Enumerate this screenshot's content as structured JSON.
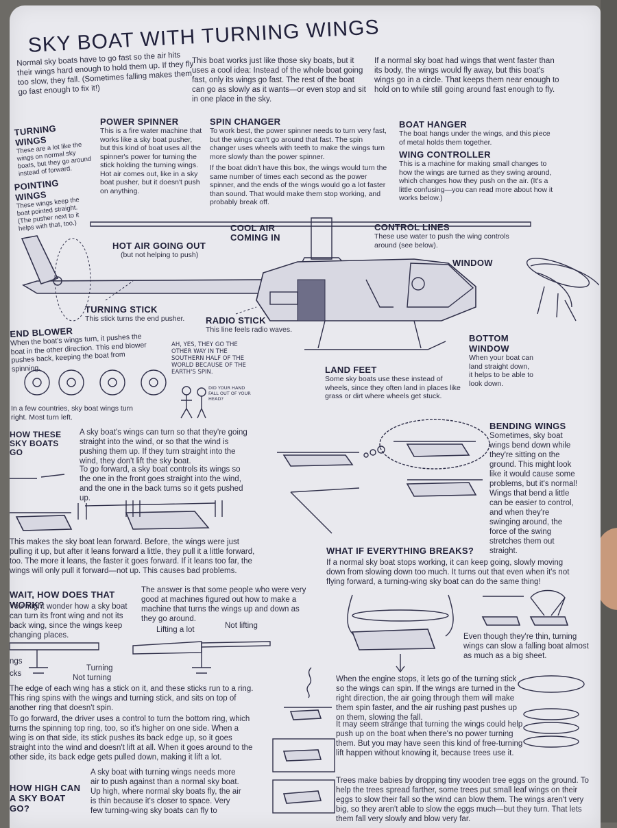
{
  "title": "SKY BOAT WITH TURNING WINGS",
  "intro": [
    "Normal sky boats have to go fast so the air hits their wings hard enough to hold them up. If they fly too slow, they fall. (Sometimes falling makes them go fast enough to fix it!)",
    "This boat works just like those sky boats, but it uses a cool idea: Instead of the whole boat going fast, only its wings go fast. The rest of the boat can go as slowly as it wants—or even stop and sit in one place in the sky.",
    "If a normal sky boat had wings that went faster than its body, the wings would fly away, but this boat's wings go in a circle. That keeps them near enough to hold on to while still going around fast enough to fly."
  ],
  "labels": {
    "turning_wings": {
      "head": "TURNING WINGS",
      "text": "These are a lot like the wings on normal sky boats, but they go around instead of forward."
    },
    "pointing_wings": {
      "head": "POINTING WINGS",
      "text": "These wings keep the boat pointed straight. (The pusher next to it helps with that, too.)"
    },
    "power_spinner": {
      "head": "POWER SPINNER",
      "text": "This is a fire water machine that works like a sky boat pusher, but this kind of boat uses all the spinner's power for turning the stick holding the turning wings. Hot air comes out, like in a sky boat pusher, but it doesn't push on anything."
    },
    "spin_changer": {
      "head": "SPIN CHANGER",
      "text": "To work best, the power spinner needs to turn very fast, but the wings can't go around that fast. The spin changer uses wheels with teeth to make the wings turn more slowly than the power spinner.",
      "text2": "If the boat didn't have this box, the wings would turn the same number of times each second as the power spinner, and the ends of the wings would go a lot faster than sound. That would make them stop working, and probably break off."
    },
    "boat_hanger": {
      "head": "BOAT HANGER",
      "text": "The boat hangs under the wings, and this piece of metal holds them together."
    },
    "wing_controller": {
      "head": "WING CONTROLLER",
      "text": "This is a machine for making small changes to how the wings are turned as they swing around, which changes how they push on the air. (It's a little confusing—you can read more about how it works below.)"
    },
    "cool_air": {
      "head": "COOL AIR COMING IN"
    },
    "hot_air": {
      "head": "HOT AIR GOING OUT",
      "text": "(but not helping to push)"
    },
    "control_lines": {
      "head": "CONTROL LINES",
      "text": "These use water to push the wing controls around (see below)."
    },
    "window": {
      "head": "WINDOW"
    },
    "turning_stick": {
      "head": "TURNING STICK",
      "text": "This stick turns the end pusher."
    },
    "radio_stick": {
      "head": "RADIO STICK",
      "text": "This line feels radio waves."
    },
    "bottom_window": {
      "head": "BOTTOM WINDOW",
      "text": "When your boat can land straight down, it helps to be able to look down."
    },
    "land_feet": {
      "head": "LAND FEET",
      "text": "Some sky boats use these instead of wheels, since they often land in places like grass or dirt where wheels get stuck."
    },
    "end_blower": {
      "head": "END BLOWER",
      "text": "When the boat's wings turn, it pushes the boat in the other direction. This end blower pushes back, keeping the boat from spinning."
    }
  },
  "bubble_speech": "AH, YES, THEY GO THE OTHER WAY IN THE SOUTHERN HALF OF THE WORLD BECAUSE OF THE EARTH'S SPIN.",
  "bubble_reply": "DID YOUR HAND FALL OUT OF YOUR HEAD?",
  "countries_note": "In a few countries, sky boat wings turn right. Most turn left.",
  "how_these": {
    "head": "HOW THESE SKY BOATS GO",
    "p1": "A sky boat's wings can turn so that they're going straight into the wind, or so that the wind is pushing them up. If they turn straight into the wind, they don't lift the sky boat.",
    "p2": "To go forward, a sky boat controls its wings so the one in the front goes straight into the wind, and the one in the back turns so it gets pushed up.",
    "p3": "This makes the sky boat lean forward. Before, the wings were just pulling it up, but after it leans forward a little, they pull it a little forward, too. The more it leans, the faster it goes forward. If it leans too far, the wings will only pull it forward—not up. This causes bad problems."
  },
  "bending": {
    "head": "BENDING WINGS",
    "text": "Sometimes, sky boat wings bend down while they're sitting on the ground. This might look like it would cause some problems, but it's normal! Wings that bend a little can be easier to control, and when they're swinging around, the force of the swing stretches them out straight."
  },
  "wait": {
    "head": "WAIT, HOW DOES THAT WORK?",
    "p1": "You might wonder how a sky boat can turn its front wing and not its back wing, since the wings keep changing places.",
    "p2": "The answer is that some people who were very good at machines figured out how to make a machine that turns the wings up and down as they go around.",
    "lifting_a_lot": "Lifting a lot",
    "not_lifting": "Not lifting",
    "turning": "Turning",
    "not_turning": "Not turning",
    "ngs": "ngs",
    "cks": "cks",
    "p3": "The edge of each wing has a stick on it, and these sticks run to a ring. This ring spins with the wings and turning stick, and sits on top of another ring that doesn't spin.",
    "p4": "To go forward, the driver uses a control to turn the bottom ring, which turns the spinning top ring, too, so it's higher on one side. When a wing is on that side, its stick pushes its back edge up, so it goes straight into the wind and doesn't lift at all. When it goes around to the other side, its back edge gets pulled down, making it lift a lot."
  },
  "breaks": {
    "head": "WHAT IF EVERYTHING BREAKS?",
    "p1": "If a normal sky boat stops working, it can keep going, slowly moving down from slowing down too much. It turns out that even when it's not flying forward, a turning-wing sky boat can do the same thing!",
    "p2": "Even though they're thin, turning wings can slow a falling boat almost as much as a big sheet.",
    "p3": "When the engine stops, it lets go of the turning stick so the wings can spin. If the wings are turned in the right direction, the air going through them will make them spin faster, and the air rushing past pushes up on them, slowing the fall.",
    "p4": "It may seem strange that turning the wings could help push up on the boat when there's no power turning them. But you may have seen this kind of free-turning lift happen without knowing it, because trees use it.",
    "p5": "Trees make babies by dropping tiny wooden tree eggs on the ground. To help the trees spread farther, some trees put small leaf wings on their eggs to slow their fall so the wind can blow them. The wings aren't very big, so they aren't able to slow the eggs much—but they turn. That lets them fall very slowly and blow very far."
  },
  "how_high": {
    "head": "HOW HIGH CAN A SKY BOAT GO?",
    "text": "A sky boat with turning wings needs more air to push against than a normal sky boat. Up high, where normal sky boats fly, the air is thin because it's closer to space. Very few turning-wing sky boats can fly to"
  }
}
